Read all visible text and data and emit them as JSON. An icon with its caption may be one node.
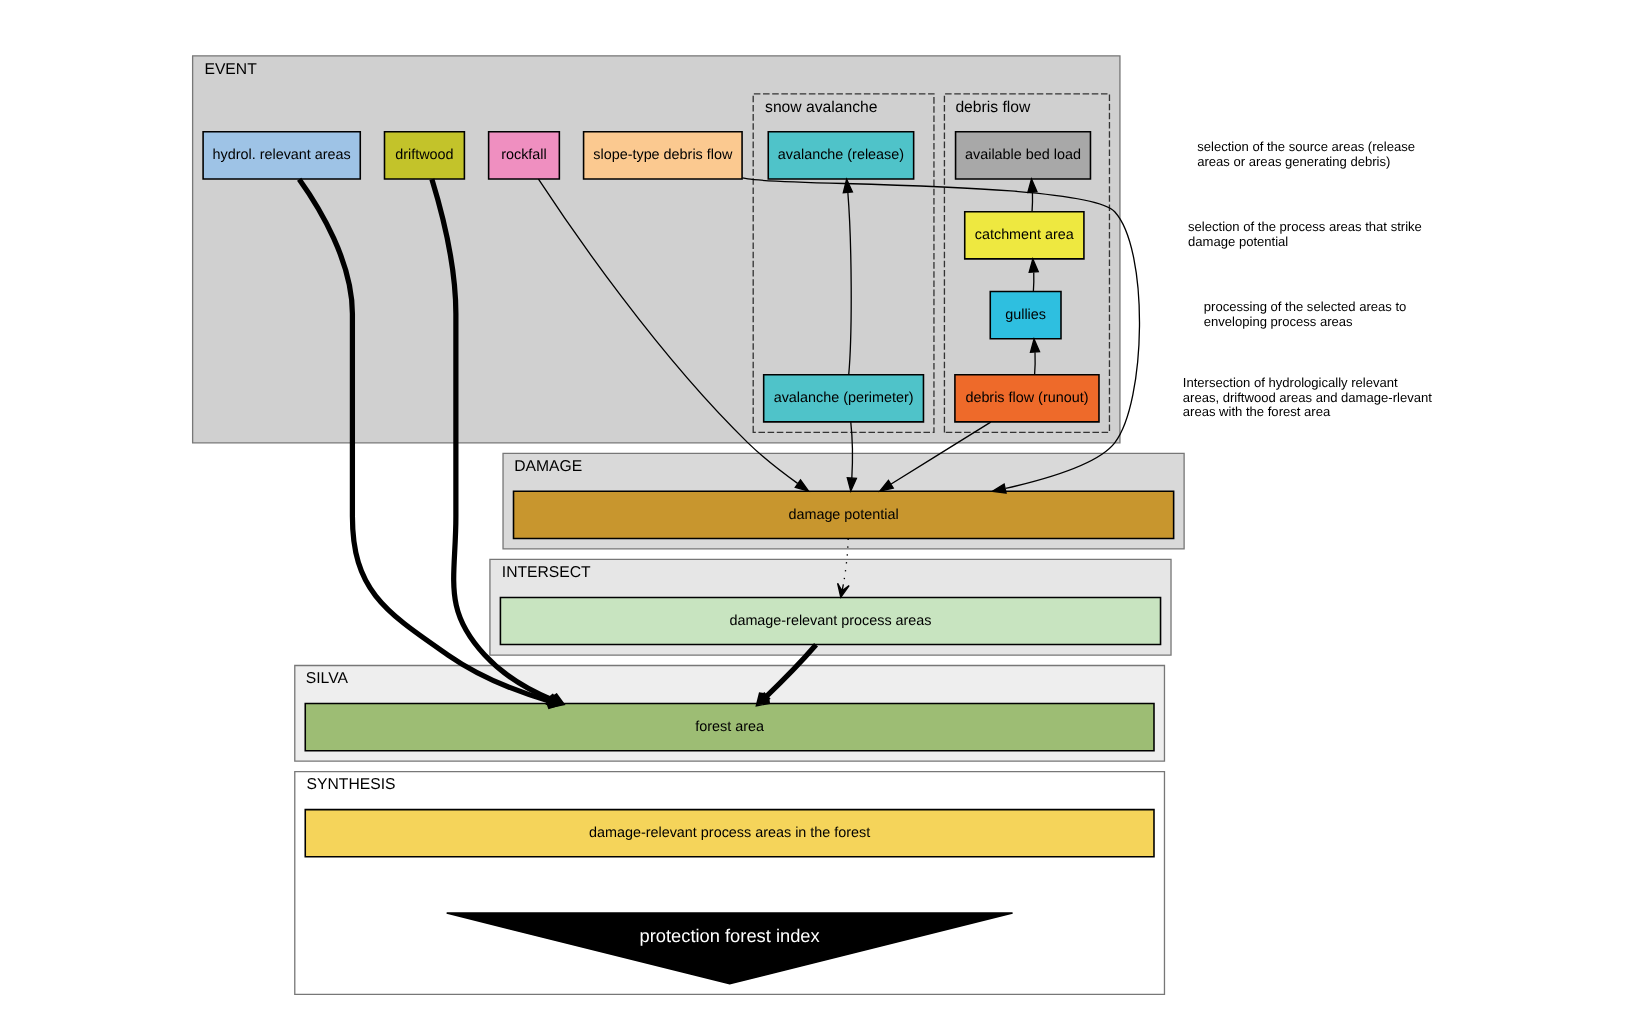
{
  "diagram": {
    "nodes": [
      {
        "text": [
          "EVENT"
        ]
      },
      {
        "text": [
          "hydrol. relevant areas"
        ],
        "in": 0
      },
      {
        "text": [
          "driftwood"
        ],
        "in": 0
      },
      {
        "text": [
          "debris flow"
        ],
        "in": 0
      },
      {
        "text": [
          "available bed load"
        ],
        "in": 3
      },
      {
        "text": [
          "catchment area"
        ],
        "in": 3
      },
      {
        "text": [
          "gullies"
        ],
        "in": 3
      },
      {
        "text": [
          "debris flow (runout)"
        ],
        "in": 3
      },
      {
        "text": [
          "slope-type debris flow"
        ],
        "in": 0
      },
      {
        "text": [
          "rockfall"
        ],
        "in": 0
      },
      {
        "text": [
          "snow avalanche"
        ],
        "in": 0
      },
      {
        "text": [
          "avalanche (release)"
        ],
        "in": 10
      },
      {
        "text": [
          "avalanche (perimeter)"
        ],
        "in": 10
      },
      {
        "text": [
          "DAMAGE"
        ]
      },
      {
        "text": [
          "damage potential"
        ],
        "in": 13
      },
      {
        "text": [
          "INTERSECT"
        ]
      },
      {
        "text": [
          "damage-relevant process areas"
        ],
        "in": 15
      },
      {
        "text": [
          "SILVA"
        ]
      },
      {
        "text": [
          "forest area"
        ],
        "in": 17
      },
      {
        "text": [
          "SYNTHESIS"
        ]
      },
      {
        "text": [
          "damage-relevant process areas in the forest"
        ],
        "in": 19
      },
      {
        "text": [
          "protection forest index"
        ],
        "in": 19
      }
    ],
    "edges": [
      {
        "from": 7,
        "to": 6,
        "arrow": "to"
      },
      {
        "from": 6,
        "to": 5,
        "arrow": "to"
      },
      {
        "from": 5,
        "to": 4,
        "arrow": "to"
      },
      {
        "from": 12,
        "to": 11,
        "arrow": "to"
      },
      {
        "from": 7,
        "to": 14,
        "arrow": "to"
      },
      {
        "from": 8,
        "to": 14,
        "arrow": "to"
      },
      {
        "from": 9,
        "to": 14,
        "arrow": "to"
      },
      {
        "from": 12,
        "to": 14,
        "arrow": "to"
      },
      {
        "from": 14,
        "to": 16,
        "arrow": "to",
        "style": "dashed"
      },
      {
        "from": 1,
        "to": 18,
        "arrow": "to",
        "style": "thick"
      },
      {
        "from": 2,
        "to": 18,
        "arrow": "to",
        "style": "thick"
      },
      {
        "from": 16,
        "to": 18,
        "arrow": "to",
        "style": "thick"
      }
    ],
    "legend": [
      {
        "text": "selection of the source areas (release areas or areas generating debris)"
      },
      {
        "text": "selection of the process areas that strike damage potential"
      },
      {
        "text": "processing of the selected areas to enveloping process areas"
      },
      {
        "text": "Intersection of hydrologically relevant areas, driftwood areas and damage-rlevant areas with the forest area"
      }
    ]
  }
}
